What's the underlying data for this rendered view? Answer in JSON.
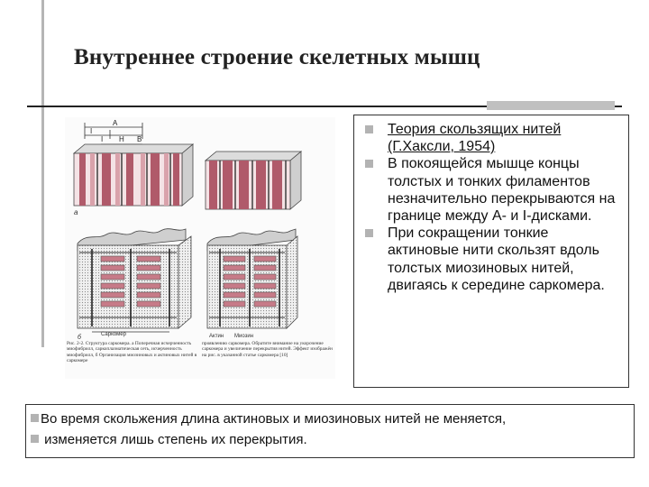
{
  "title": "Внутреннее строение скелетных мышц",
  "bullets": [
    {
      "text": "Теория скользящих нитей (Г.Хаксли, 1954)"
    },
    {
      "text": "В покоящейся мышце концы толстых и тонких филаментов незначительно перекрываются на границе между А- и I-дисками."
    },
    {
      "text": "При сокращении тонкие актиновые нити скользят вдоль толстых миозиновых нитей, двигаясь к середине саркомера."
    }
  ],
  "bottom": {
    "line1": "Во время скольжения длина актиновых и миозиновых нитей не меняется,",
    "line2": "изменяется лишь степень их перекрытия."
  },
  "figure": {
    "top_labels": [
      "I",
      "A",
      "I",
      "H",
      "B"
    ],
    "letter_a": "а",
    "letter_b": "б",
    "bottom_labels": [
      "Саркомер",
      "Актин",
      "Миозин"
    ],
    "caption_left": "Рис. 2-2. Структура саркомера. а Поперечная исчерченность миофибрилл, саркоплазматическая сеть, исчерченность миофибрилл, б Организация миозиновых и актиновых нитей в саркомере",
    "caption_right": "проявлению саркомера. Обратите внимание на укорочение саркомера и увеличение перекрытия нитей. Эффект изображён на рис. в указанной статье саркомера [10]",
    "colors": {
      "band": "#b05a6a",
      "band_light": "#e9c2c8",
      "filament": "#6b6b6b"
    }
  },
  "decor_colors": {
    "rule": "#222222",
    "accent_grey": "#b5b5b5",
    "bullet": "#b3b3b3"
  }
}
